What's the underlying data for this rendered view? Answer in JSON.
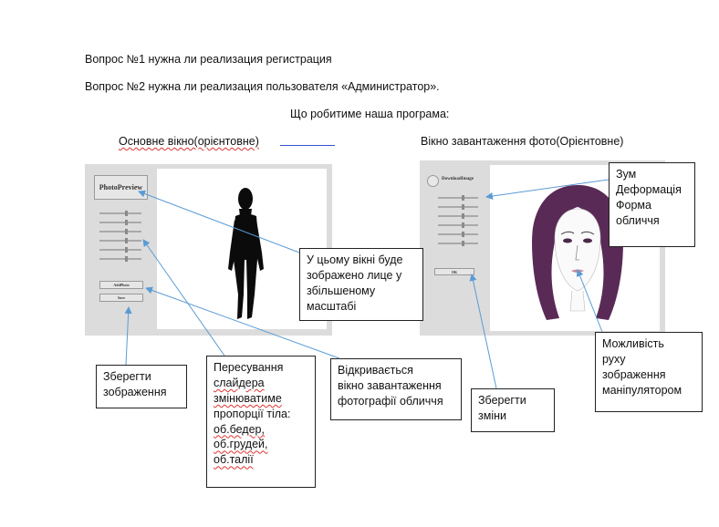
{
  "questions": [
    "Вопрос №1 нужна ли реализация регистрация",
    "Вопрос №2 нужна ли реализация пользователя «Администратор»."
  ],
  "section_title": "Що робитиме наша програма:",
  "left_window": {
    "heading": "Основне вікно(орієнтовне)",
    "photo_preview_label": "PhotoPreview",
    "add_photo_label": "AddPhoto",
    "save_label": "Save",
    "slider_count": 6
  },
  "right_window": {
    "heading": "Вікно завантаження фото(Орієнтовне)",
    "download_image_label": "DownloadImage",
    "ok_label": "OK",
    "slider_count": 6
  },
  "callouts": {
    "face_zoom": [
      "У цьому вікні буде",
      "зображено лице у",
      "збільшеному",
      "масштабі"
    ],
    "save_image": [
      "Зберегти",
      "зображення"
    ],
    "sliders": [
      "Пересування",
      "слайдера",
      "змінюватиме",
      "пропорції тіла:",
      "об.бедер,",
      "об.грудей,",
      "об.талії"
    ],
    "opens_window": [
      "Відкривається",
      "вікно завантаження",
      "фотографії обличчя"
    ],
    "save_changes": [
      "Зберегти",
      "зміни"
    ],
    "zoom_options": [
      "Зум",
      "Деформація",
      "Форма",
      "обличчя"
    ],
    "move_image": [
      "Можливість",
      "руху",
      "зображення",
      "маніпулятором"
    ]
  },
  "colors": {
    "arrow": "#5b9bd5",
    "panel": "#dcdcdc",
    "hair": "#5a2a57"
  }
}
